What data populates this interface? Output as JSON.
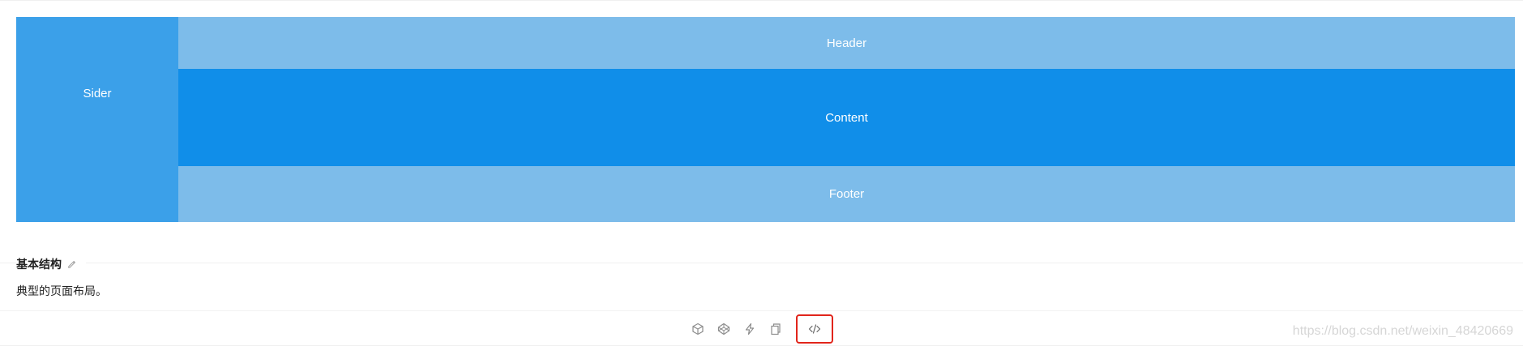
{
  "layout": {
    "sider_label": "Sider",
    "header_label": "Header",
    "content_label": "Content",
    "footer_label": "Footer"
  },
  "meta": {
    "title": "基本结构",
    "description": "典型的页面布局。"
  },
  "actions": {
    "icons": [
      "codesandbox-icon",
      "codepen-icon",
      "lightning-icon",
      "copy-icon",
      "code-icon"
    ]
  },
  "watermark": "https://blog.csdn.net/weixin_48420669",
  "colors": {
    "sider": "#3ba0e9",
    "header_footer": "#7dbcea",
    "content": "#108ee9",
    "highlight_border": "#e1251b"
  }
}
